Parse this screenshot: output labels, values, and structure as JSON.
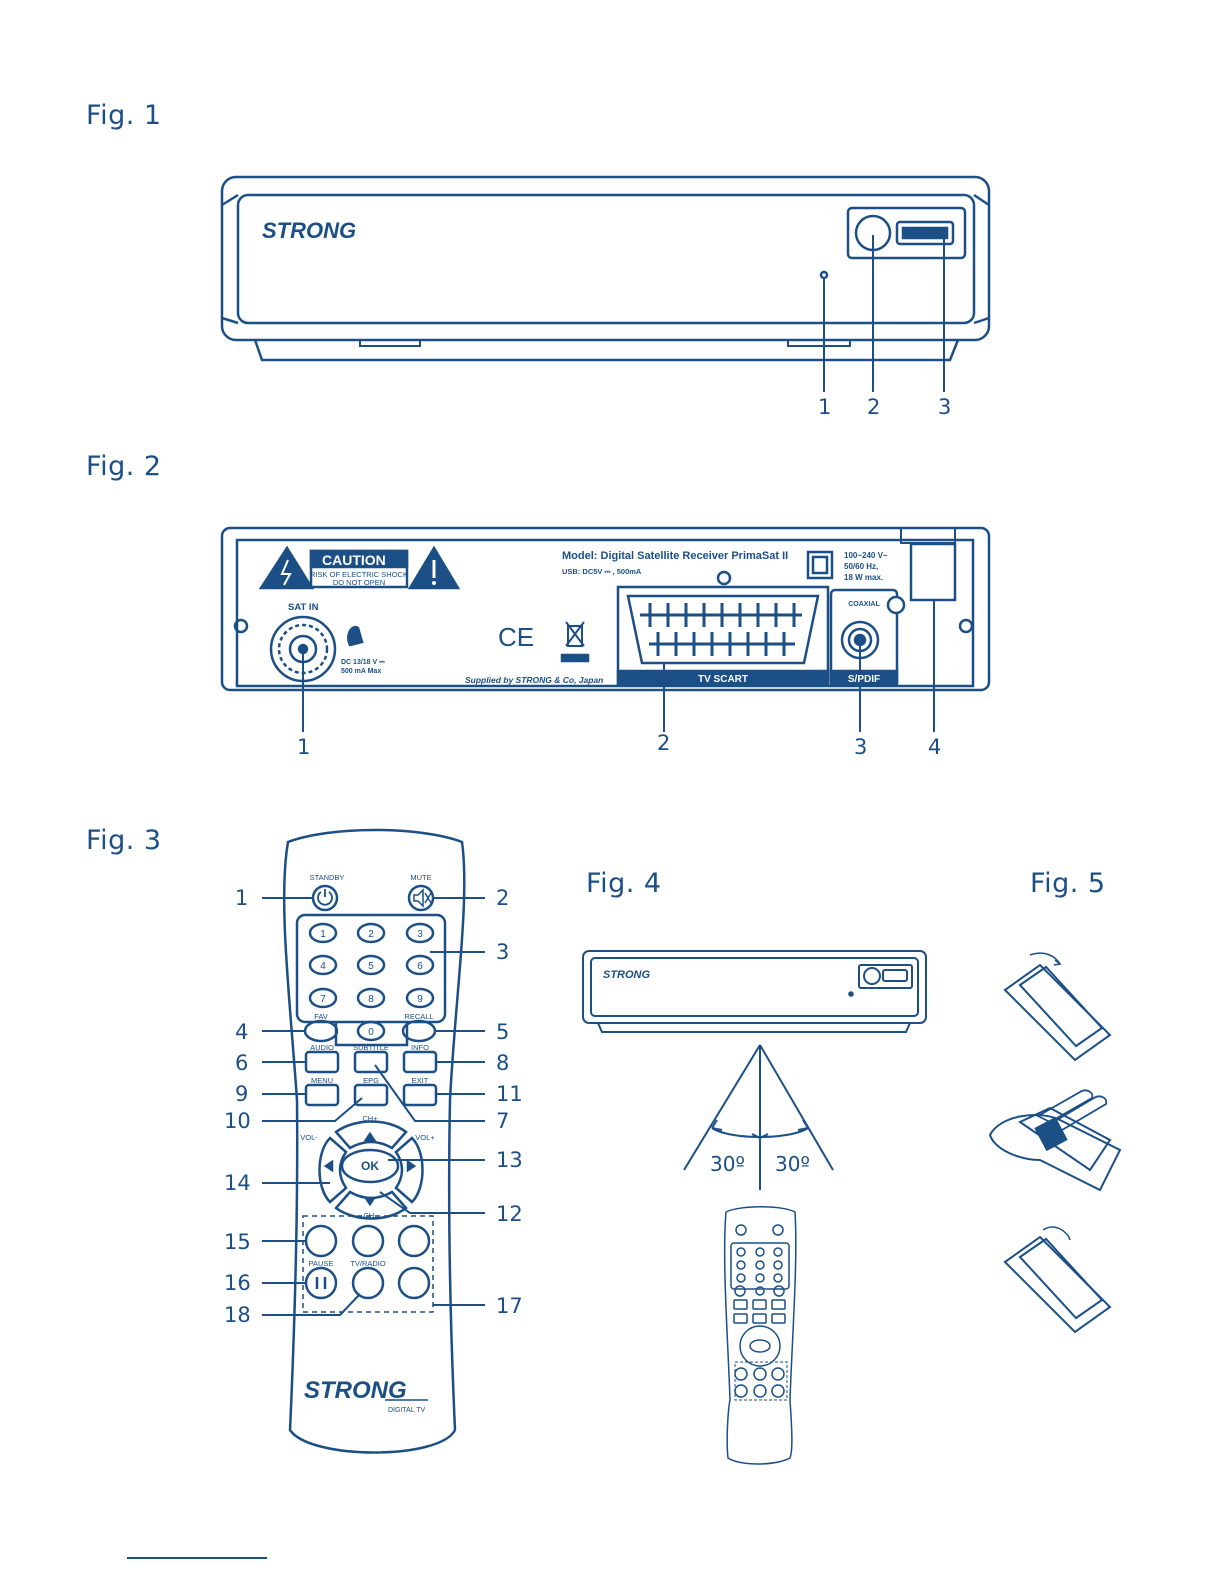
{
  "figures": {
    "fig1": {
      "title": "Fig. 1",
      "callouts": [
        "1",
        "2",
        "3"
      ],
      "brand": "STRONG"
    },
    "fig2": {
      "title": "Fig. 2",
      "callouts": [
        "1",
        "2",
        "3",
        "4"
      ],
      "caution": "CAUTION",
      "caution_sub1": "RISK OF ELECTRIC SHOCK",
      "caution_sub2": "DO NOT OPEN",
      "model": "Model: Digital Satellite Receiver PrimaSat II",
      "usb": "USB: DC5V ⎓ , 500mA",
      "power1": "100~240 V~",
      "power2": "50/60 Hz,",
      "power3": "18 W max.",
      "sat_in": "SAT IN",
      "dc1": "DC 13/18 V ⎓",
      "dc2": "500 mA Max",
      "coaxial": "COAXIAL",
      "supplied": "Supplied by STRONG & Co, Japan",
      "tv_scart": "TV SCART",
      "spdif": "S/PDIF",
      "ce": "CE"
    },
    "fig3": {
      "title": "Fig. 3",
      "callouts": [
        "1",
        "2",
        "3",
        "4",
        "5",
        "6",
        "8",
        "9",
        "11",
        "10",
        "7",
        "13",
        "14",
        "12",
        "15",
        "16",
        "17",
        "18"
      ],
      "buttons": {
        "standby": "STANDBY",
        "mute": "MUTE",
        "digits": [
          "1",
          "2",
          "3",
          "4",
          "5",
          "6",
          "7",
          "8",
          "9",
          "0"
        ],
        "fav": "FAV",
        "recall": "RECALL",
        "audio": "AUDIO",
        "subtitle": "SUBTITLE",
        "info": "INFO",
        "menu": "MENU",
        "epg": "EPG",
        "exit": "EXIT",
        "ch_up": "CH+",
        "ch_down": "CH-",
        "vol_down": "VOL-",
        "vol_up": "VOL+",
        "ok": "OK",
        "pause": "PAUSE",
        "tv_radio": "TV/RADIO"
      },
      "brand": "STRONG",
      "brand_sub": "DIGITAL TV"
    },
    "fig4": {
      "title": "Fig. 4",
      "angle_left": "30º",
      "angle_right": "30º",
      "brand": "STRONG"
    },
    "fig5": {
      "title": "Fig. 5"
    }
  },
  "colors": {
    "ink": "#1b4f86"
  }
}
